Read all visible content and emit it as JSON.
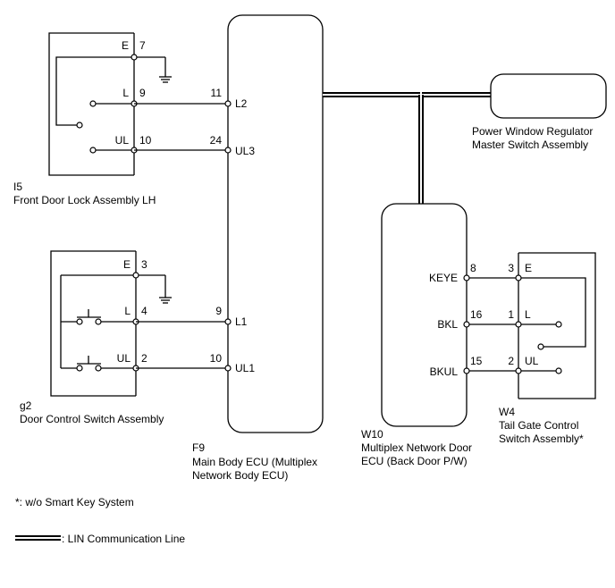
{
  "front_door_lock": {
    "code": "I5",
    "name": "Front Door Lock Assembly LH",
    "pins": [
      {
        "label": "E",
        "num": "7"
      },
      {
        "label": "L",
        "num": "9"
      },
      {
        "label": "UL",
        "num": "10"
      }
    ]
  },
  "door_control_switch": {
    "code": "g2",
    "name": "Door Control Switch Assembly",
    "pins": [
      {
        "label": "E",
        "num": "3"
      },
      {
        "label": "L",
        "num": "4"
      },
      {
        "label": "UL",
        "num": "2"
      }
    ]
  },
  "main_body_ecu": {
    "code": "F9",
    "name_line1": "Main Body ECU (Multiplex",
    "name_line2": "Network Body ECU)",
    "pins": [
      {
        "label": "L2",
        "num": "11"
      },
      {
        "label": "UL3",
        "num": "24"
      },
      {
        "label": "L1",
        "num": "9"
      },
      {
        "label": "UL1",
        "num": "10"
      }
    ]
  },
  "power_window": {
    "name_line1": "Power Window Regulator",
    "name_line2": "Master Switch Assembly"
  },
  "multiplex_door_ecu": {
    "code": "W10",
    "name_line1": "Multiplex Network Door",
    "name_line2": "ECU (Back Door P/W)",
    "pins": [
      {
        "label": "KEYE",
        "num": "8"
      },
      {
        "label": "BKL",
        "num": "16"
      },
      {
        "label": "BKUL",
        "num": "15"
      }
    ]
  },
  "tail_gate_switch": {
    "code": "W4",
    "name_line1": "Tail Gate Control",
    "name_line2": "Switch Assembly*",
    "pins": [
      {
        "label": "E",
        "num": "3"
      },
      {
        "label": "L",
        "num": "1"
      },
      {
        "label": "UL",
        "num": "2"
      }
    ]
  },
  "notes": {
    "footnote": "*: w/o Smart Key System",
    "lin_legend": ": LIN Communication Line"
  }
}
